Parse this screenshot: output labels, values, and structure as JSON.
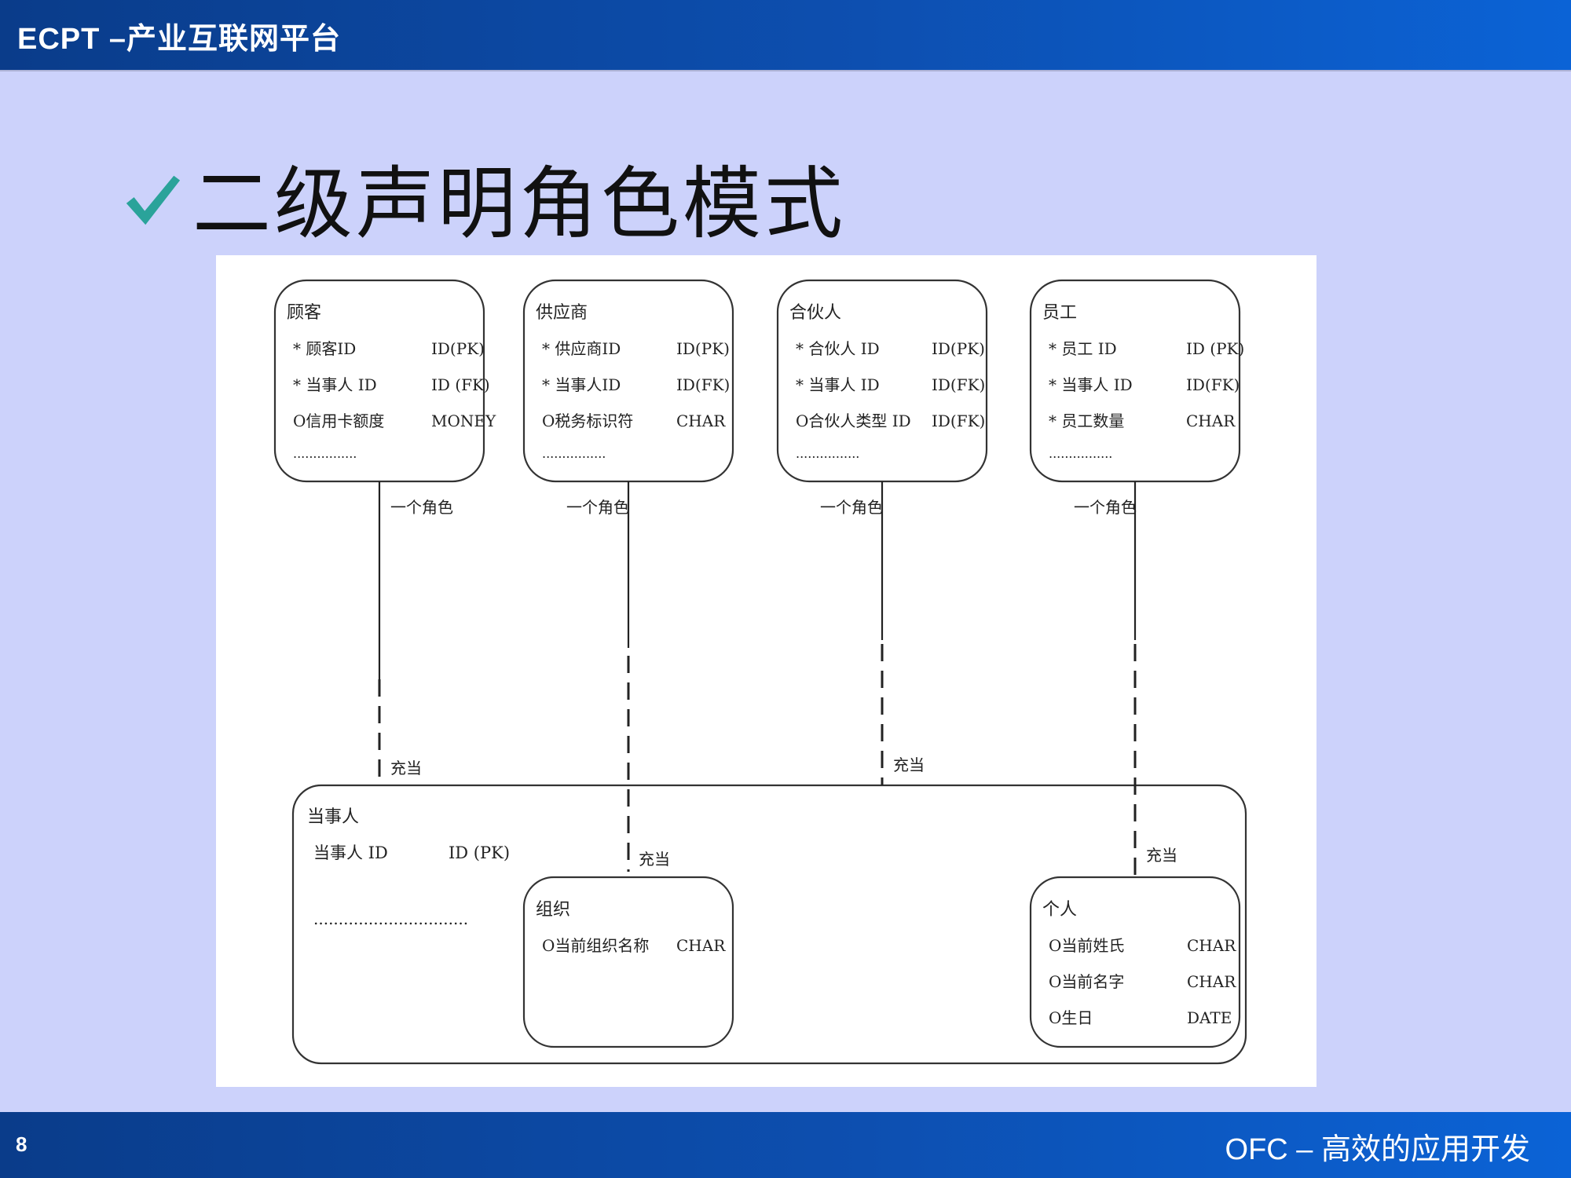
{
  "header": {
    "title": "ECPT –产业互联网平台"
  },
  "heading": {
    "text": "二级声明角色模式",
    "icon": "checkmark-icon"
  },
  "diagram": {
    "role_boxes": [
      {
        "title": "顾客",
        "rows": [
          {
            "name": "* 顾客ID",
            "type": "ID(PK)"
          },
          {
            "name": "* 当事人 ID",
            "type": "ID (FK)"
          },
          {
            "name": "O信用卡额度",
            "type": "MONEY"
          },
          {
            "name": "................",
            "type": ""
          }
        ],
        "link_label": "一个角色"
      },
      {
        "title": "供应商",
        "rows": [
          {
            "name": "* 供应商ID",
            "type": "ID(PK)"
          },
          {
            "name": "* 当事人ID",
            "type": "ID(FK)"
          },
          {
            "name": "O税务标识符",
            "type": "CHAR"
          },
          {
            "name": "................",
            "type": ""
          }
        ],
        "link_label": "一个角色"
      },
      {
        "title": "合伙人",
        "rows": [
          {
            "name": "* 合伙人 ID",
            "type": "ID(PK)"
          },
          {
            "name": "* 当事人 ID",
            "type": "ID(FK)"
          },
          {
            "name": "O合伙人类型 ID",
            "type": "ID(FK)"
          },
          {
            "name": "................",
            "type": ""
          }
        ],
        "link_label": "一个角色"
      },
      {
        "title": "员工",
        "rows": [
          {
            "name": "* 员工 ID",
            "type": "ID (PK)"
          },
          {
            "name": "* 当事人 ID",
            "type": "ID(FK)"
          },
          {
            "name": "* 员工数量",
            "type": "CHAR"
          },
          {
            "name": "................",
            "type": ""
          }
        ],
        "link_label": "一个角色"
      }
    ],
    "party": {
      "title": "当事人",
      "id_name": "当事人 ID",
      "id_type": "ID (PK)",
      "dots": "..............................."
    },
    "organization": {
      "title": "组织",
      "rows": [
        {
          "name": "O当前组织名称",
          "type": "CHAR"
        }
      ]
    },
    "person": {
      "title": "个人",
      "rows": [
        {
          "name": "O当前姓氏",
          "type": "CHAR"
        },
        {
          "name": "O当前名字",
          "type": "CHAR"
        },
        {
          "name": "O生日",
          "type": "DATE"
        }
      ]
    },
    "acts_as_label": "充当"
  },
  "footer": {
    "page_number": "8",
    "text": "OFC – 高效的应用开发"
  },
  "colors": {
    "background": "#ccd2fb",
    "bar": "#0d4fb0",
    "check": "#2aa39a"
  }
}
